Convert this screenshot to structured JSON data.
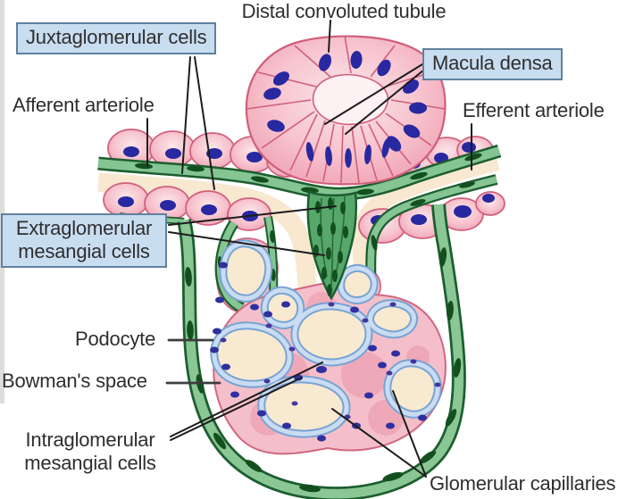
{
  "labels": {
    "distal_convoluted_tubule": "Distal convoluted tubule",
    "juxtaglomerular_cells": "Juxtaglomerular cells",
    "macula_densa": "Macula densa",
    "afferent_arteriole": "Afferent arteriole",
    "efferent_arteriole": "Efferent arteriole",
    "extraglomerular_mesangial_line1": "Extraglomerular",
    "extraglomerular_mesangial_line2": "mesangial cells",
    "podocyte": "Podocyte",
    "bowmans_space": "Bowman's space",
    "intraglomerular_mesangial_line1": "Intraglomerular",
    "intraglomerular_mesangial_line2": "mesangial cells",
    "glomerular_capillaries": "Glomerular capillaries"
  },
  "colors": {
    "background": "#ffffff",
    "label_text": "#2e2e2e",
    "label_box_bg": "#c9ddf1",
    "label_box_border": "#60819f",
    "leader_line": "#1c1c1c",
    "cell_pink": "#f7c3ce",
    "cell_outline_pink": "#d05f7a",
    "nucleus_blue": "#2828a0",
    "vessel_green": "#85c493",
    "vessel_green_dark": "#1c5e2f",
    "mesangial_green": "#57a76b",
    "capillary_wall_blue": "#78a3d3",
    "lumen_cream": "#f7e8cf"
  }
}
